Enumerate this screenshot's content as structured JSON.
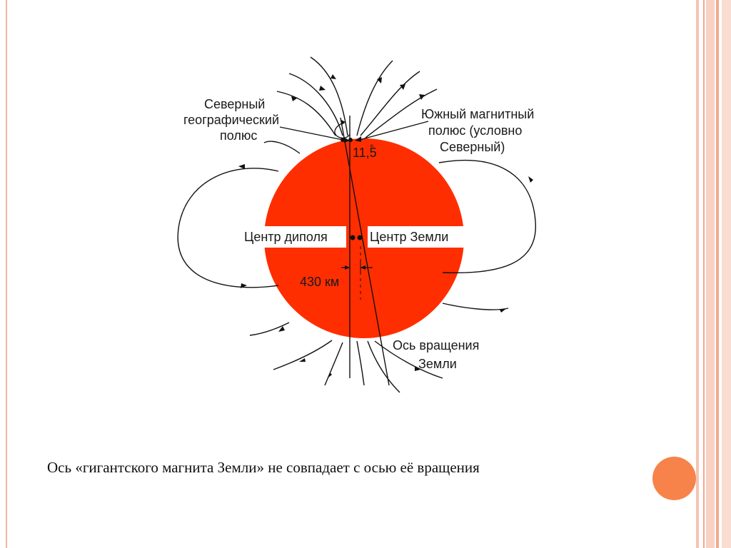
{
  "labels": {
    "north_geo_pole": [
      "Северный",
      "географический",
      "полюс"
    ],
    "south_mag_pole": [
      "Южный магнитный",
      "полюс (условно",
      "Северный)"
    ],
    "angle": "11,5",
    "angle_degree": "°",
    "dipole_center": "Центр диполя",
    "earth_center": "Центр Земли",
    "offset": "430 км",
    "rotation_axis": [
      "Ось вращения",
      "Земли"
    ]
  },
  "caption": "Ось «гигантского магнита Земли» не совпадает с осью её вращения",
  "colors": {
    "earth": "#ff2e00",
    "accent": "#f7834a",
    "frame": "#f3a88d"
  }
}
